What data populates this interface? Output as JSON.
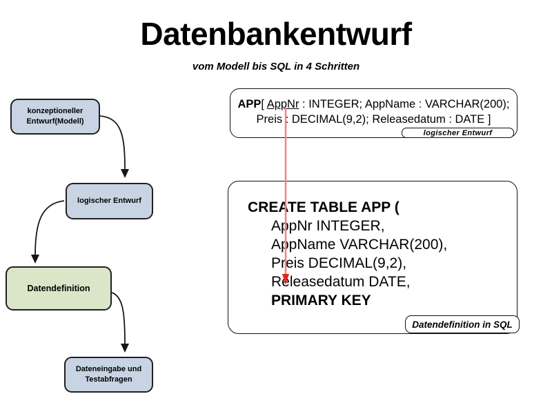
{
  "slide": {
    "title": "Datenbankentwurf",
    "subtitle": "vom Modell bis SQL in 4 Schritten"
  },
  "colors": {
    "box_blue": "#c8d4e4",
    "box_green": "#dbe5c8",
    "box_border": "#1f1f1f",
    "red_arrow_line": "#f28484",
    "red_arrow_head": "#e8251d"
  },
  "flowchart": {
    "steps": [
      {
        "name": "konzeptioneller Entwurf",
        "lines": [
          "konzeptioneller",
          "Entwurf(Modell)"
        ],
        "highlighted": false
      },
      {
        "name": "logischer Entwurf",
        "lines": [
          "logischer Entwurf"
        ],
        "highlighted": false
      },
      {
        "name": "Datendefinition",
        "lines": [
          "Datendefinition"
        ],
        "highlighted": true
      },
      {
        "name": "Dateneingabe und Testabfragen",
        "lines": [
          "Dateneingabe und",
          "Testabfragen"
        ],
        "highlighted": false
      }
    ]
  },
  "app_box": {
    "table_name": "APP",
    "bracket_open": "[ ",
    "primary_key_attr": "AppNr",
    "line1_rest": " : INTEGER; AppName : VARCHAR(200);",
    "line2": "Preis : DECIMAL(9,2); Releasedatum : DATE ]",
    "tab_label": "logischer Entwurf"
  },
  "sql_box": {
    "lines": [
      "CREATE TABLE APP (",
      "AppNr INTEGER,",
      "AppName VARCHAR(200),",
      "Preis DECIMAL(9,2),",
      "Releasedatum DATE,",
      "PRIMARY KEY"
    ],
    "tab_label": "Datendefinition in SQL"
  }
}
